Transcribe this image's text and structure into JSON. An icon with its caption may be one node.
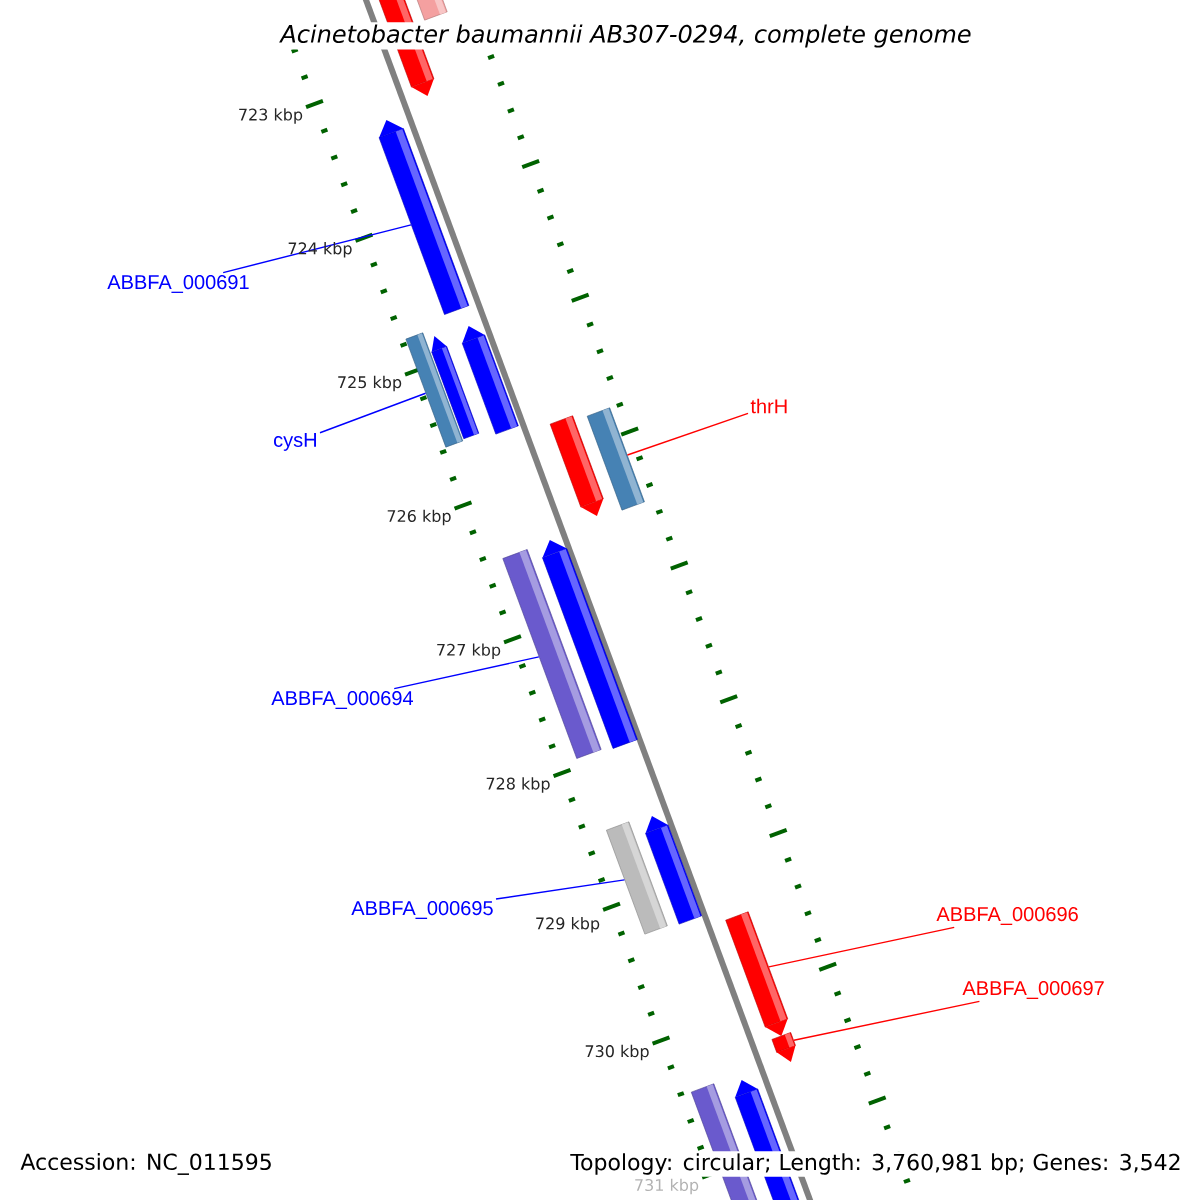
{
  "diagram": {
    "title": "Acinetobacter baumannii AB307-0294, complete genome",
    "nodes": [
      {
        "text": [
          "ABBFA_000691"
        ]
      },
      {
        "text": [
          "cysH"
        ]
      },
      {
        "text": [
          "thrH"
        ]
      },
      {
        "text": [
          "ABBFA_000694"
        ]
      },
      {
        "text": [
          "ABBFA_000695"
        ]
      },
      {
        "text": [
          "ABBFA_000696"
        ]
      },
      {
        "text": [
          "ABBFA_000697"
        ]
      },
      {
        "text": [],
        "shape": "bar"
      },
      {
        "text": [],
        "shape": "bar"
      },
      {
        "text": [],
        "shape": "bar"
      },
      {
        "text": [],
        "shape": "bar"
      },
      {
        "text": [],
        "shape": "bar"
      },
      {
        "text": [],
        "shape": "bar"
      },
      {
        "text": [],
        "shape": "bar"
      },
      {
        "text": [],
        "shape": "bar"
      },
      {
        "text": [],
        "shape": "bar"
      },
      {
        "text": [],
        "shape": "bar"
      },
      {
        "text": [],
        "shape": "bar"
      },
      {
        "text": [],
        "shape": "bar"
      },
      {
        "text": [],
        "shape": "bar"
      },
      {
        "text": [],
        "shape": "bar"
      },
      {
        "text": [],
        "shape": "bar"
      },
      {
        "text": [],
        "shape": "bar"
      }
    ],
    "edges": [
      {
        "from": 0,
        "to": 9,
        "arrow": "none"
      },
      {
        "from": 1,
        "to": 11,
        "arrow": "none"
      },
      {
        "from": 2,
        "to": 13,
        "arrow": "none",
        "color": "#ff0000"
      },
      {
        "from": 3,
        "to": 16,
        "arrow": "none"
      },
      {
        "from": 4,
        "to": 18,
        "arrow": "none"
      },
      {
        "from": 5,
        "to": 19,
        "arrow": "none",
        "color": "#ff0000"
      },
      {
        "from": 6,
        "to": 20,
        "arrow": "none",
        "color": "#ff0000"
      }
    ],
    "labels": [
      "723 kbp",
      "724 kbp",
      "725 kbp",
      "726 kbp",
      "727 kbp",
      "728 kbp",
      "729 kbp",
      "730 kbp",
      "731 kbp",
      "Accession: NC_011595",
      "Topology: circular; Length: 3,760,981 bp; Genes: 3,542"
    ]
  }
}
